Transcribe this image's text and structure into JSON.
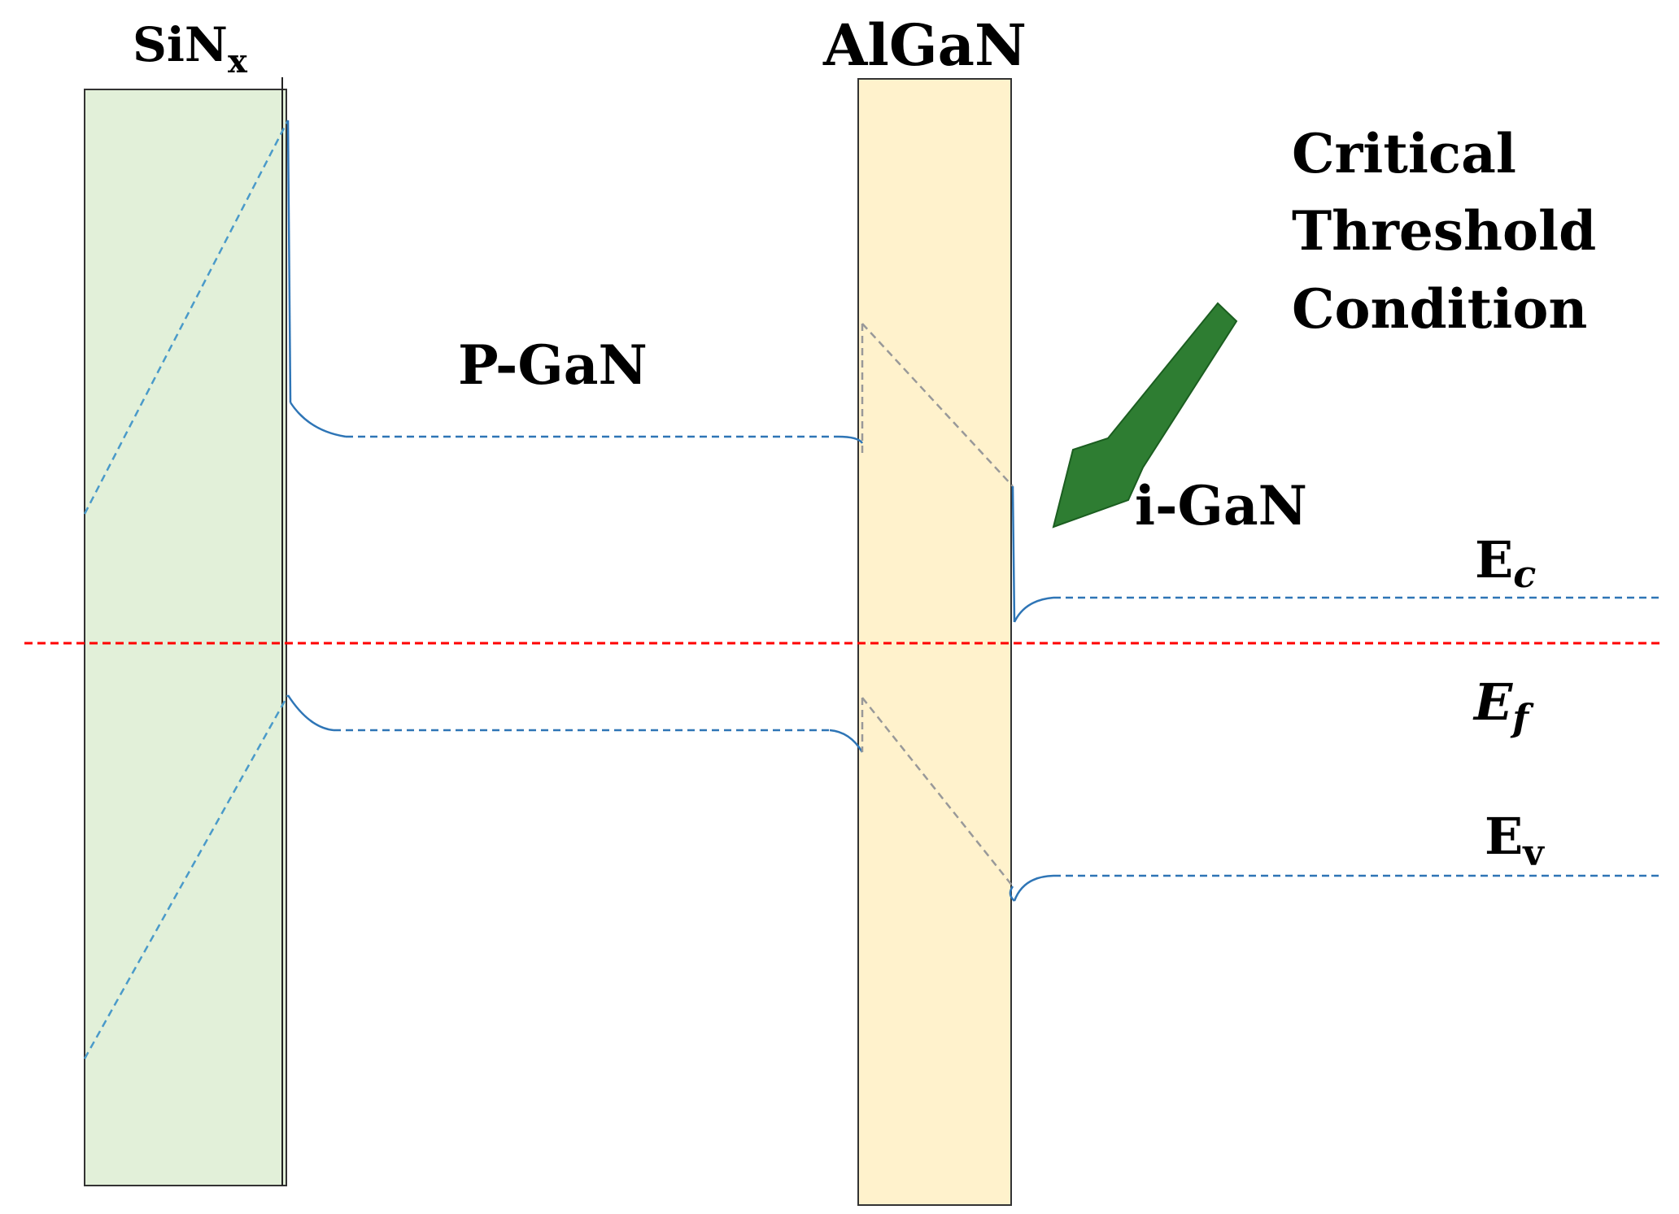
{
  "layers": {
    "sinx": {
      "label_main": "SiN",
      "label_sub": "x",
      "fill": "#E2F0D9"
    },
    "algan": {
      "label": "AlGaN",
      "fill": "#FFF2CC"
    }
  },
  "regions": {
    "pgan": "P-GaN",
    "igan": "i-GaN"
  },
  "annotation": {
    "lines": [
      "Critical",
      "Threshold",
      "Condition"
    ],
    "arrow_color": "#2E7D32"
  },
  "levels": {
    "ec": {
      "main": "E",
      "sub": "c"
    },
    "ef": {
      "main": "E",
      "sub": "f"
    },
    "ev": {
      "main": "E",
      "sub": "v"
    }
  },
  "colors": {
    "band": "#2E75B6",
    "band_light": "#4A9AC9",
    "fermi": "#FF0000",
    "algan_band": "#999999"
  }
}
